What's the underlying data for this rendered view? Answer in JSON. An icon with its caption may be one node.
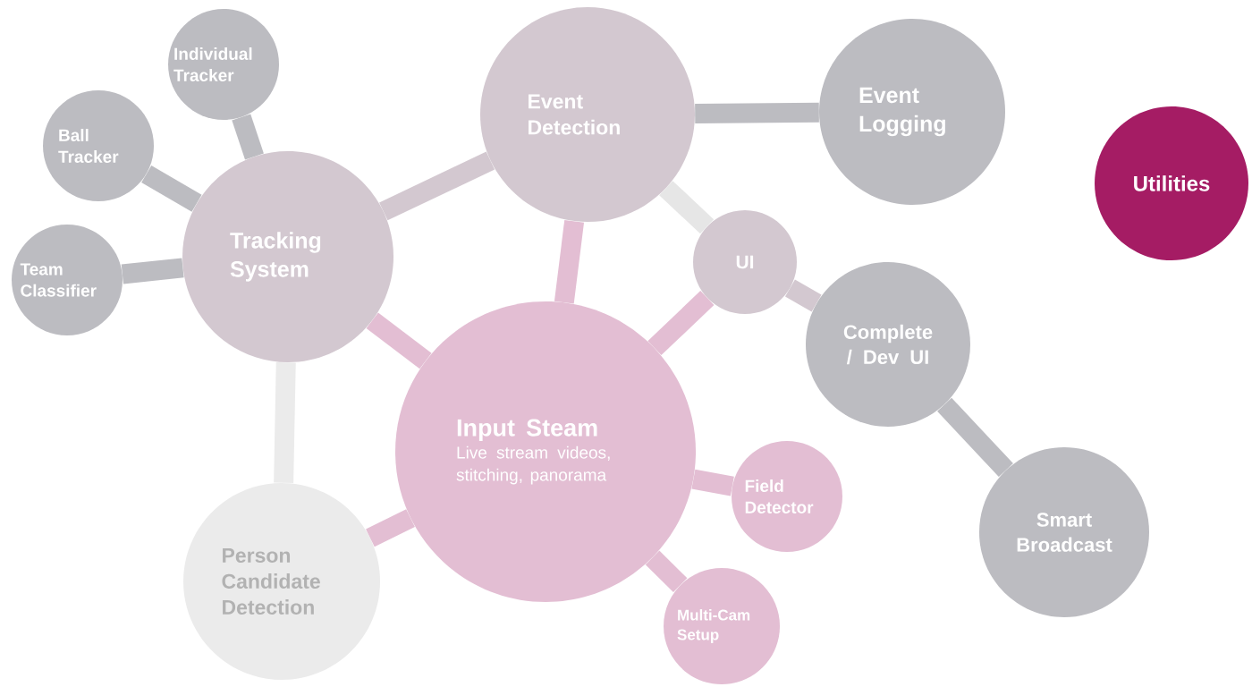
{
  "diagram": {
    "nodes": [
      {
        "text": [
          "Input Steam",
          "Live stream videos, stitching, panorama"
        ]
      },
      {
        "text": [
          "Tracking System"
        ]
      },
      {
        "text": [
          "Event Detection"
        ]
      },
      {
        "text": [
          "Event Logging"
        ]
      },
      {
        "text": [
          "Individual Tracker"
        ]
      },
      {
        "text": [
          "Ball Tracker"
        ]
      },
      {
        "text": [
          "Team Classifier"
        ]
      },
      {
        "text": [
          "UI"
        ]
      },
      {
        "text": [
          "Complete / Dev UI"
        ]
      },
      {
        "text": [
          "Smart Broadcast"
        ]
      },
      {
        "text": [
          "Person Candidate Detection"
        ]
      },
      {
        "text": [
          "Field Detector"
        ]
      },
      {
        "text": [
          "Multi-Cam Setup"
        ]
      },
      {
        "text": [
          "Utilities"
        ]
      }
    ],
    "edges": [
      {
        "from": 0,
        "to": 1,
        "arrow": "none"
      },
      {
        "from": 0,
        "to": 2,
        "arrow": "none"
      },
      {
        "from": 0,
        "to": 7,
        "arrow": "none"
      },
      {
        "from": 0,
        "to": 10,
        "arrow": "none"
      },
      {
        "from": 0,
        "to": 11,
        "arrow": "none"
      },
      {
        "from": 0,
        "to": 12,
        "arrow": "none"
      },
      {
        "from": 1,
        "to": 4,
        "arrow": "none",
        "color": "#bcbcc1"
      },
      {
        "from": 1,
        "to": 5,
        "arrow": "none",
        "color": "#bcbcc1"
      },
      {
        "from": 1,
        "to": 6,
        "arrow": "none",
        "color": "#bcbcc1"
      },
      {
        "from": 1,
        "to": 2,
        "arrow": "none",
        "color": "#d3c8d0"
      },
      {
        "from": 1,
        "to": 10,
        "arrow": "none",
        "color": "#ebebeb"
      },
      {
        "from": 2,
        "to": 3,
        "arrow": "none",
        "color": "#bcbcc1"
      },
      {
        "from": 2,
        "to": 7,
        "arrow": "none",
        "color": "#e6e6e6"
      },
      {
        "from": 7,
        "to": 8,
        "arrow": "none",
        "color": "#d3c8d0"
      },
      {
        "from": 8,
        "to": 9,
        "arrow": "none",
        "color": "#bcbcc1"
      }
    ]
  }
}
